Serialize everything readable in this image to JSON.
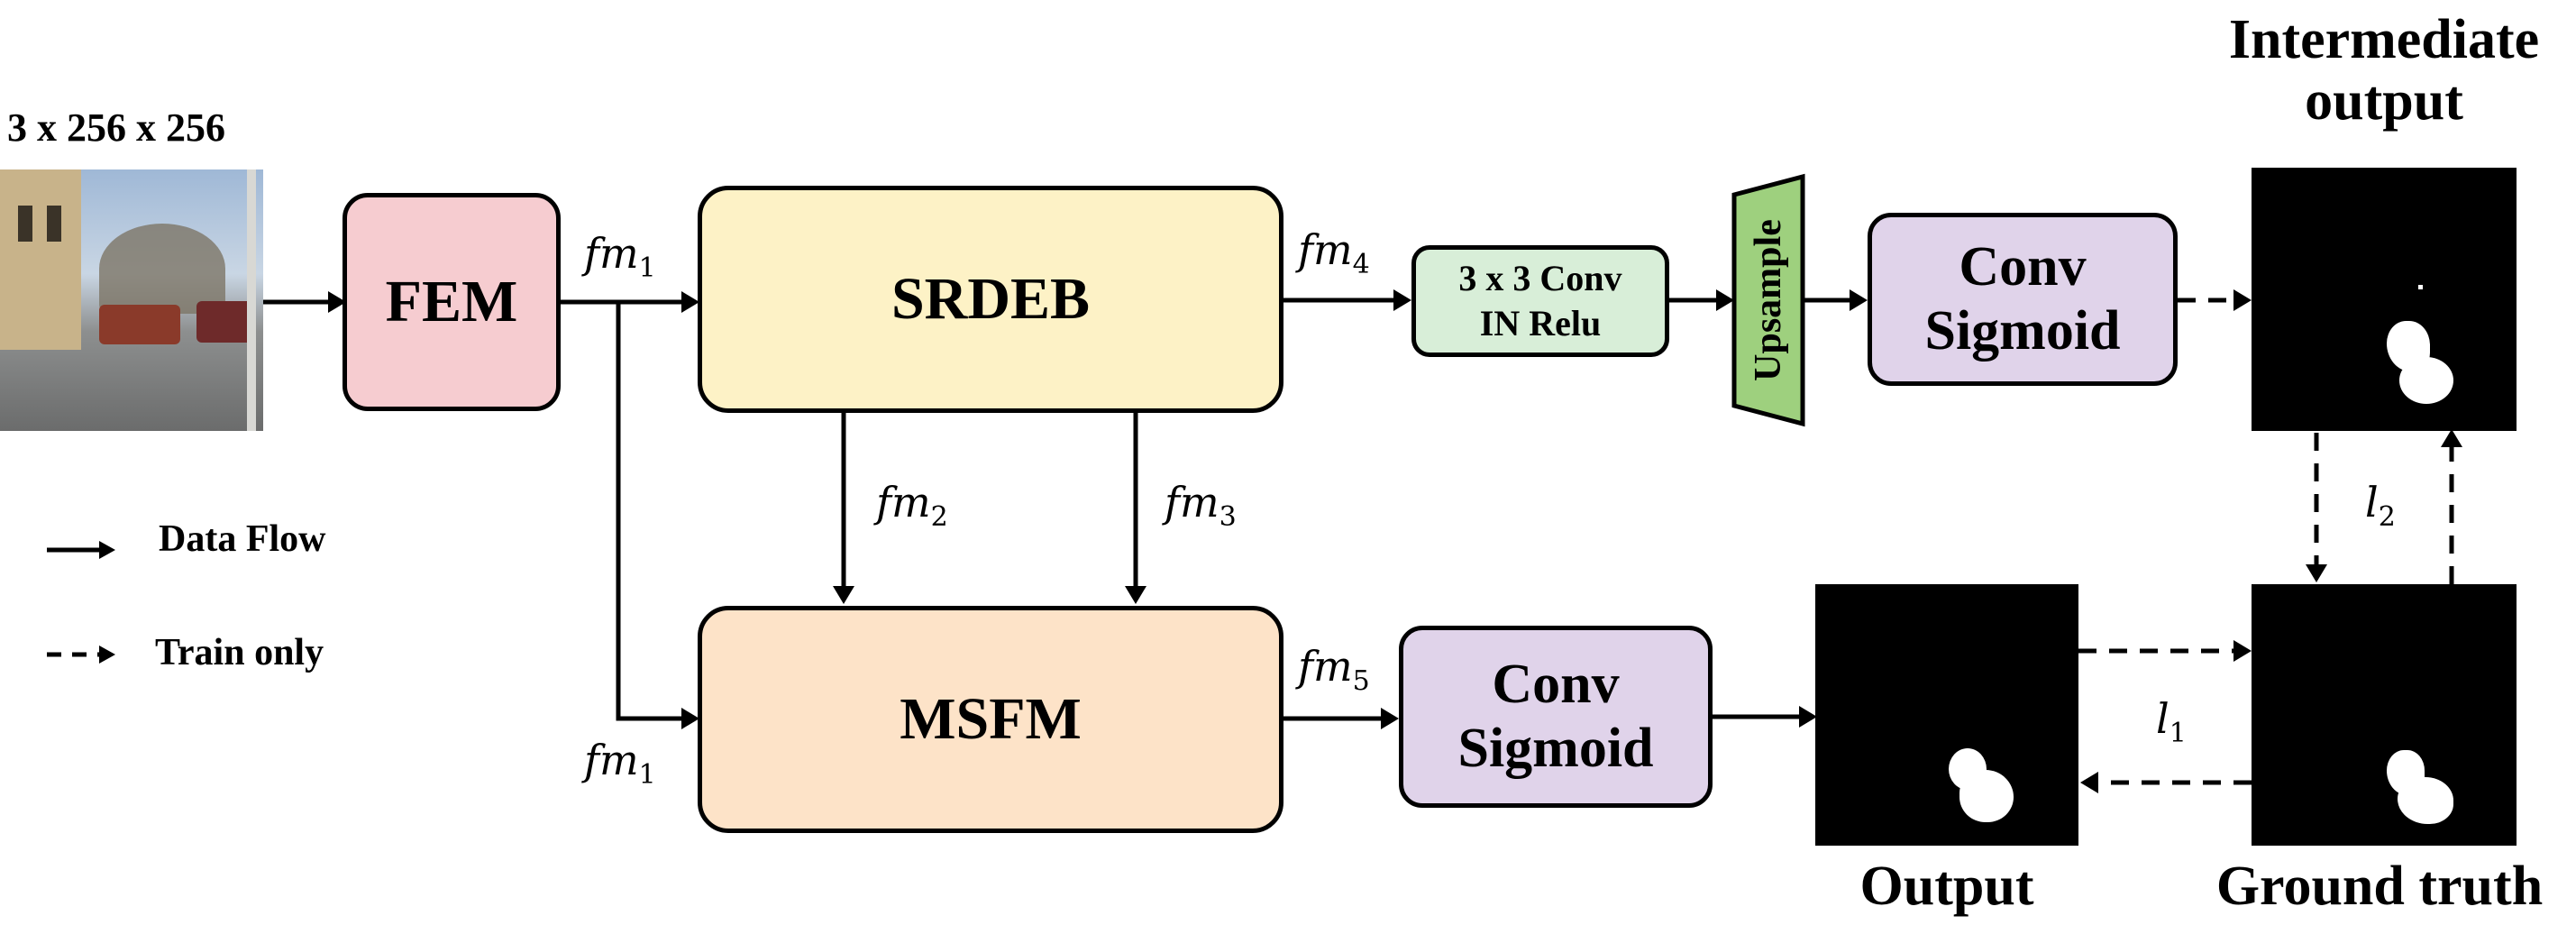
{
  "input": {
    "dims": "3 x 256 x 256"
  },
  "blocks": {
    "fem": "FEM",
    "srdeb": "SRDEB",
    "msfm": "MSFM",
    "conv_in_relu_line1": "3 x 3 Conv",
    "conv_in_relu_line2": "IN Relu",
    "upsample": "Upsample",
    "conv_sigmoid_top_line1": "Conv",
    "conv_sigmoid_top_line2": "Sigmoid",
    "conv_sigmoid_bottom_line1": "Conv",
    "conv_sigmoid_bottom_line2": "Sigmoid"
  },
  "features": {
    "fm1_top": {
      "base": "fm",
      "sub": "1"
    },
    "fm1_bottom": {
      "base": "fm",
      "sub": "1"
    },
    "fm2": {
      "base": "fm",
      "sub": "2"
    },
    "fm3": {
      "base": "fm",
      "sub": "3"
    },
    "fm4": {
      "base": "fm",
      "sub": "4"
    },
    "fm5": {
      "base": "fm",
      "sub": "5"
    }
  },
  "losses": {
    "l1": {
      "base": "l",
      "sub": "1"
    },
    "l2": {
      "base": "l",
      "sub": "2"
    }
  },
  "outputs": {
    "intermediate_line1": "Intermediate",
    "intermediate_line2": "output",
    "output": "Output",
    "ground_truth": "Ground truth"
  },
  "legend": {
    "data_flow": "Data Flow",
    "train_only": "Train only"
  },
  "colors": {
    "fem": "#f6ccd0",
    "srdeb": "#fdf2c6",
    "msfm": "#fde3c8",
    "conv_in_relu": "#d8eed8",
    "upsample": "#9ed07e",
    "conv_sigmoid": "#e0d3ea"
  }
}
